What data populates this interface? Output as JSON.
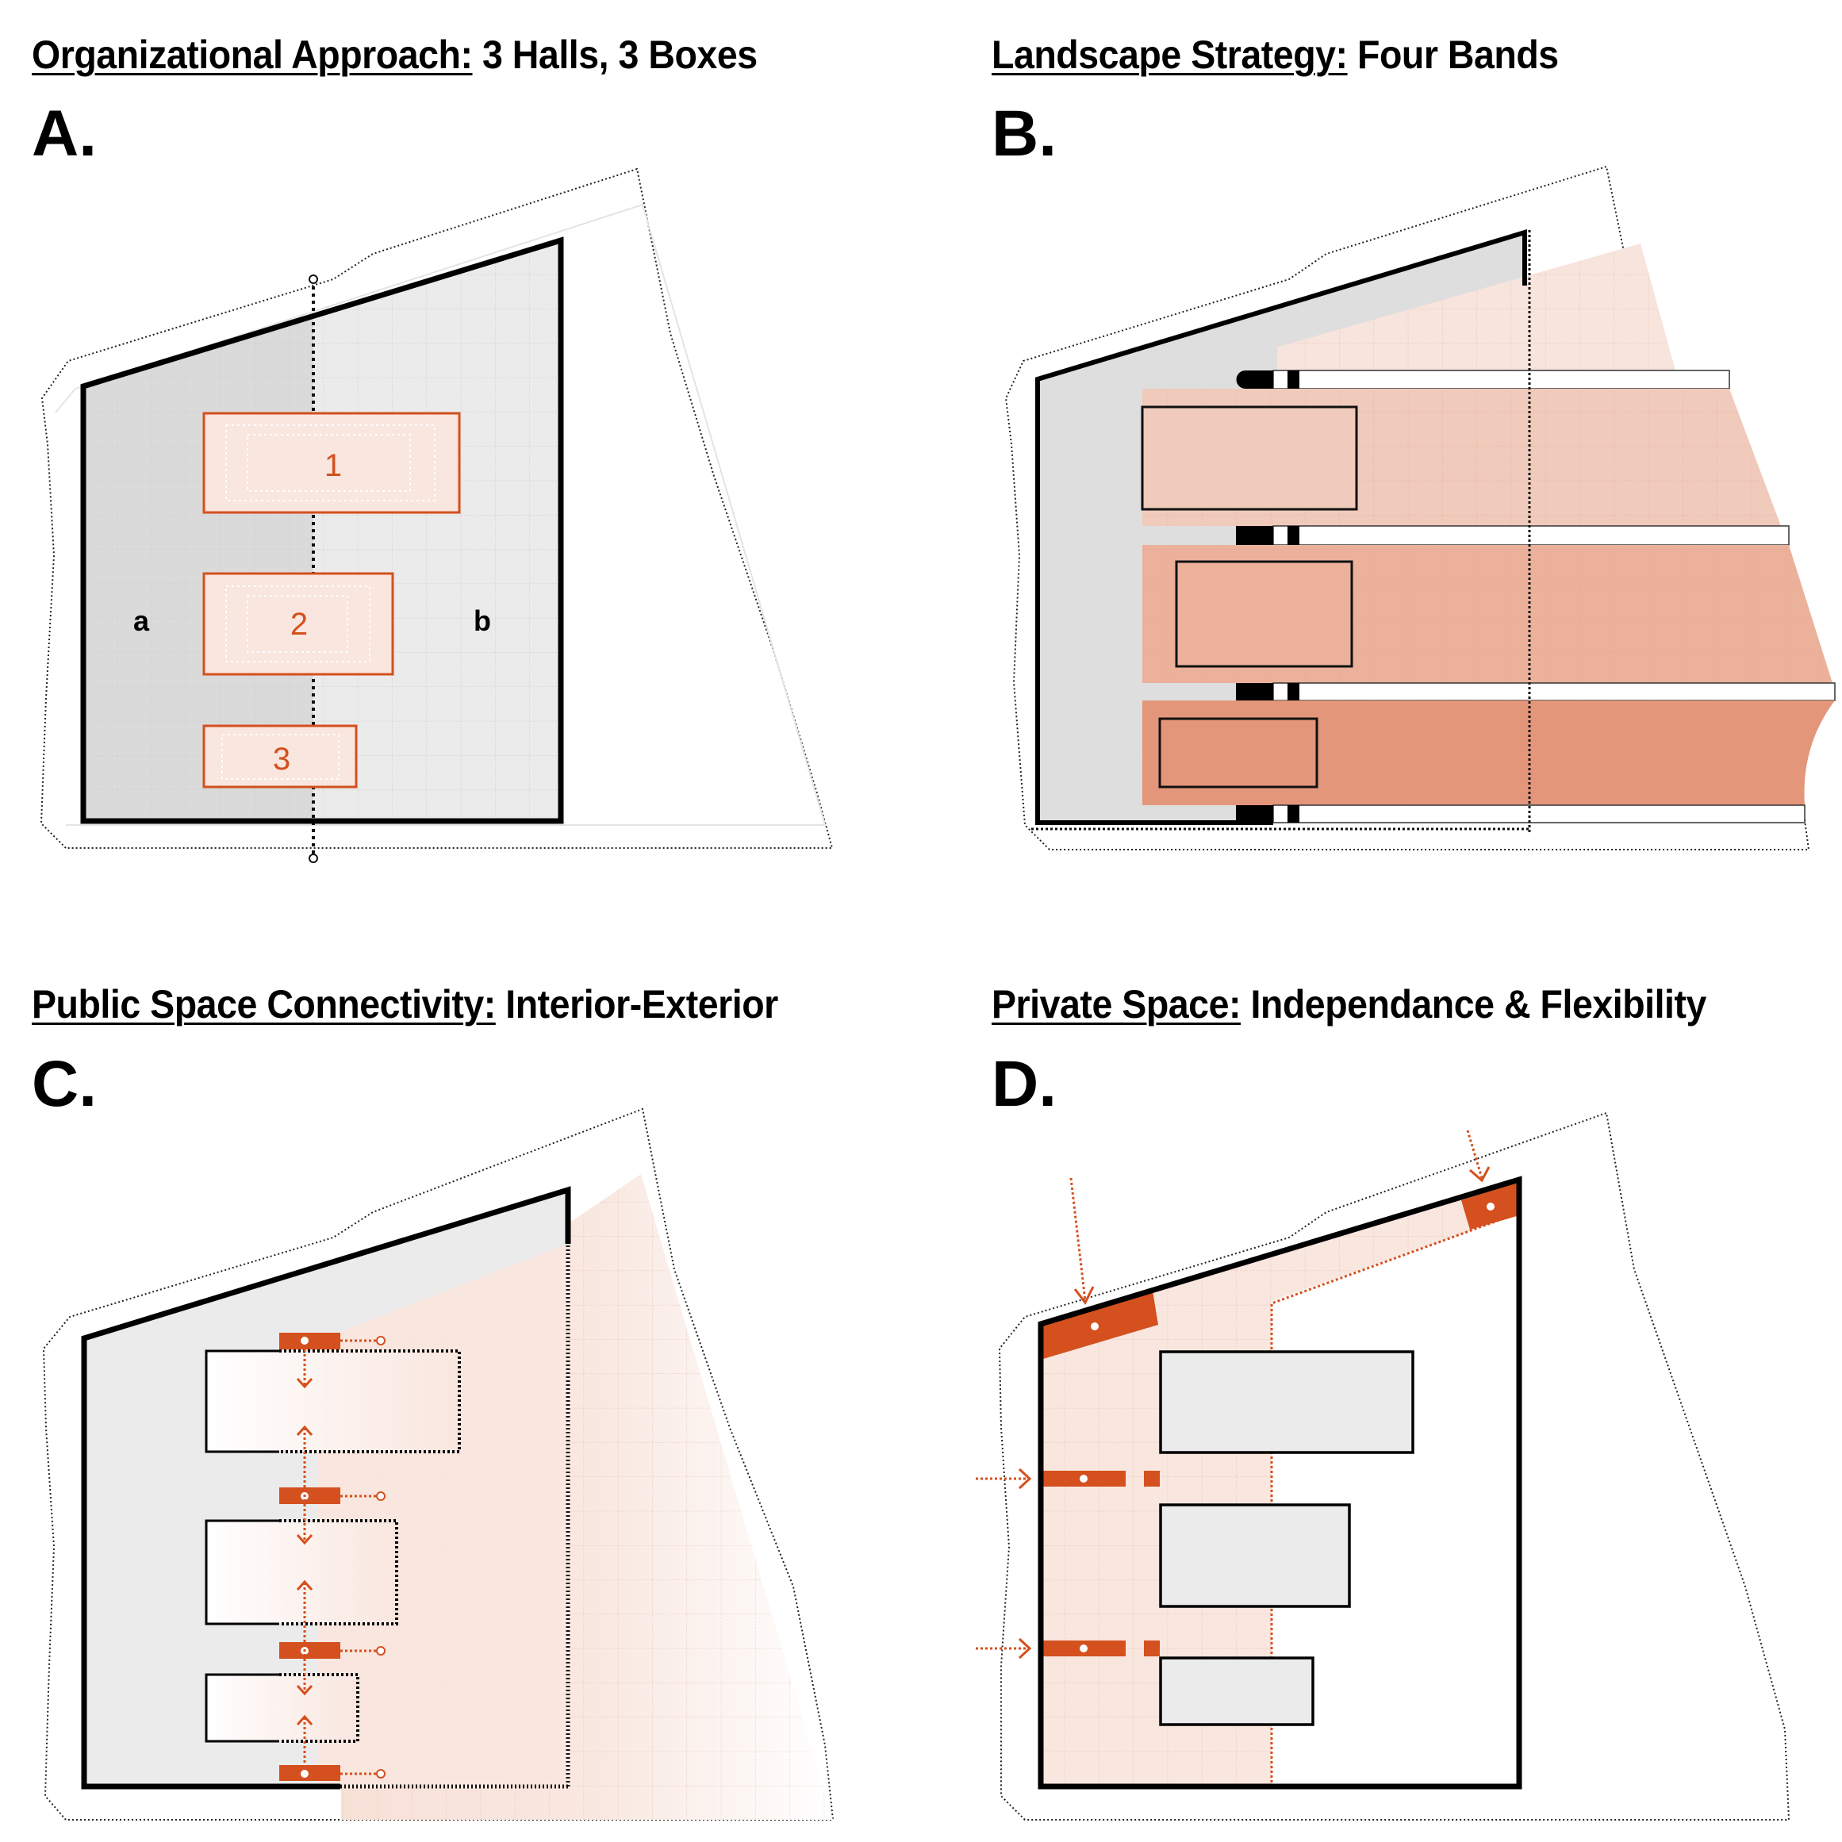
{
  "colors": {
    "accent": "#d4501e",
    "box_fill": "#f9e6df",
    "hall_dark": "#dadada",
    "hall_light": "#ebebeb",
    "band_1": "#f7e4dc",
    "band_2": "#f0cabb",
    "band_3": "#ebb19b",
    "band_4": "#e4967a",
    "private_box": "#ebebeb"
  },
  "panels": [
    {
      "id": "A",
      "letter": "A.",
      "title_underlined": "Organizational Approach:",
      "title_rest": " 3 Halls, 3 Boxes",
      "boxes": [
        "1",
        "2",
        "3"
      ],
      "zone_labels": [
        "a",
        "b"
      ]
    },
    {
      "id": "B",
      "letter": "B.",
      "title_underlined": "Landscape Strategy:",
      "title_rest": " Four Bands"
    },
    {
      "id": "C",
      "letter": "C.",
      "title_underlined": "Public Space Connectivity:",
      "title_rest": " Interior-Exterior"
    },
    {
      "id": "D",
      "letter": "D.",
      "title_underlined": "Private Space:",
      "title_rest": " Independance & Flexibility"
    }
  ]
}
